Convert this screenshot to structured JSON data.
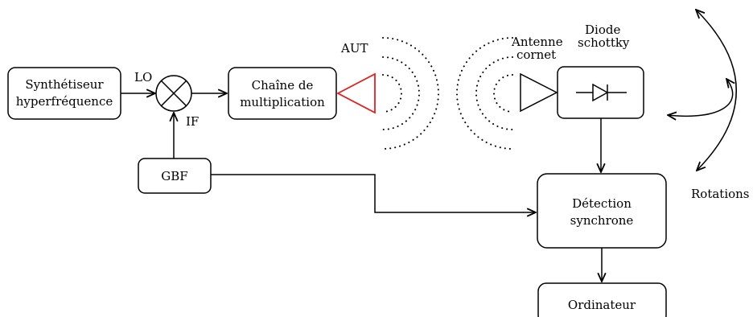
{
  "blocks": {
    "synth": [
      "Synthétiseur",
      "hyperfréquence"
    ],
    "chain": [
      "Chaîne de",
      "multiplication"
    ],
    "gbf": "GBF",
    "detection": [
      "Détection",
      "synchrone"
    ],
    "computer": "Ordinateur"
  },
  "labels": {
    "lo": "LO",
    "if": "IF",
    "aut": "AUT",
    "horn": [
      "Antenne",
      "cornet"
    ],
    "diode": [
      "Diode",
      "schottky"
    ],
    "rotations": "Rotations"
  },
  "colors": {
    "aut_antenna": "#e02020",
    "line": "#000000"
  },
  "icons": {
    "mixer": "mixer-cross-circle-icon",
    "aut_antenna": "triangle-antenna-icon",
    "horn_antenna": "triangle-antenna-icon",
    "diode": "diode-symbol-icon"
  }
}
